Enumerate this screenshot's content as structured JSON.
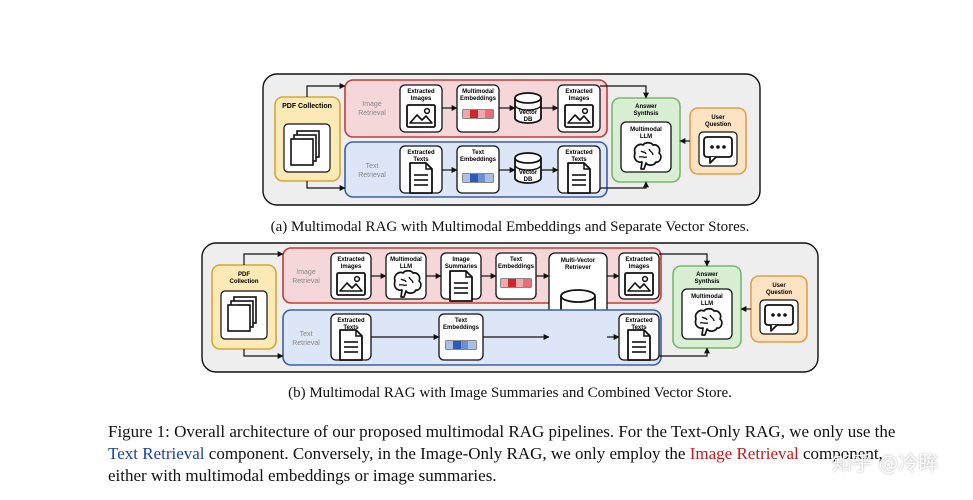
{
  "labels": {
    "pdf_collection": "PDF Collection",
    "image_retrieval": "Image Retrieval",
    "text_retrieval": "Text Retrieval",
    "extracted_images": "Extracted Images",
    "multimodal_embeddings": "Multimodal Embeddings",
    "vector_db": "Vector DB",
    "extracted_texts": "Extracted Texts",
    "text_embeddings": "Text Embeddings",
    "answer_synthesis": "Answer Synthsis",
    "multimodal_llm": "Multimodal LLM",
    "user_question": "User Question",
    "image_summaries": "Image Summaries",
    "multi_vector_retriever": "Multi-Vector Retriever"
  },
  "captions": {
    "a": "(a) Multimodal RAG with Multimodal Embeddings and Separate Vector Stores.",
    "b": "(b) Multimodal RAG with Image Summaries and Combined Vector Store."
  },
  "figure_caption": {
    "part1": "Figure 1: Overall architecture of our proposed multimodal RAG pipelines. For the Text-Only RAG, we only use the",
    "text_retrieval": "Text Retrieval",
    "part2": " component. Conversely, in the Image-Only RAG, we only employ the ",
    "image_retrieval": "Image Retrieval",
    "part3": " component,",
    "part4": "either with multimodal embeddings or image summaries."
  },
  "watermark": "知乎 @冷眸",
  "colors": {
    "image_lane_fill": "#f6d7d9",
    "image_lane_stroke": "#c23b3b",
    "text_lane_fill": "#dce6f7",
    "text_lane_stroke": "#3c5fa8",
    "pdf_fill": "#fbe9b6",
    "pdf_stroke": "#d6a737",
    "answer_fill": "#d9efd3",
    "answer_stroke": "#7bb66e",
    "question_fill": "#fbe3c3",
    "question_stroke": "#e0a14b",
    "outer_fill": "#eeeeee",
    "embed_red": "#d0262d",
    "embed_blue": "#2f5bb7"
  }
}
